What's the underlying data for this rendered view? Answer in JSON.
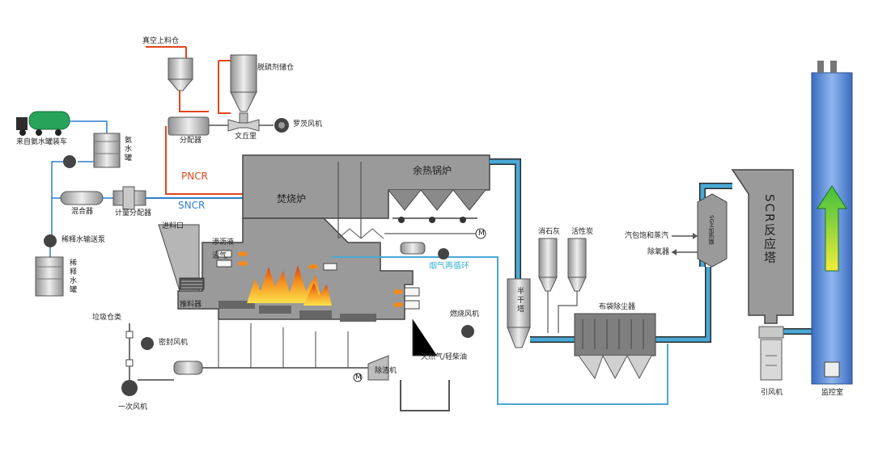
{
  "labels": {
    "vacuum_silo": "真空上料仓",
    "desulfurizer_silo": "脱硫剂储仓",
    "venturi": "文丘里",
    "roots_fan": "罗茨风机",
    "distributor": "分配器",
    "ammonia_truck": "来自氨水罐装车",
    "ammonia_tank": "氨水罐",
    "pncr": "PNCR",
    "sncr": "SNCR",
    "mixer": "混合器",
    "metering_distributor": "计量分配器",
    "dilution_pump": "稀释水输送泵",
    "dilution_tank": "稀释水罐",
    "incinerator": "焚烧炉",
    "waste_heat_boiler": "余热锅炉",
    "feed_inlet": "进料口",
    "leachate": "渗沥液",
    "biogas": "沼气",
    "pusher": "推料器",
    "flue_gas_recirculation": "烟气再循环",
    "slaked_lime": "消石灰",
    "activated_carbon": "活性炭",
    "semi_dry_tower": "半干塔",
    "bag_filter": "布袋除尘器",
    "steam_drum": "汽包饱和蒸汽",
    "deaerator": "除氧器",
    "sgh": "SGH加热器",
    "scr_tower": "SCR反应塔",
    "garbage_silo": "垃圾仓类",
    "seal_fan": "密封风机",
    "primary_fan": "一次风机",
    "combustion_fan": "燃烧风机",
    "natural_gas": "天然气/轻柴油",
    "slag_remover": "除渣机",
    "induced_fan": "引风机",
    "monitoring_room": "监控室",
    "motor": "M"
  },
  "colors": {
    "equipment_gray": "#9a9a9a",
    "equipment_light": "#d4d4d4",
    "flue_pipe": "#49a9d6",
    "pipe_dark": "#2a2a2a",
    "pncr_line": "#e0471f",
    "sncr_line": "#2f7fd0",
    "stack_blue": "#4a7fd0",
    "arrow_green": "#38b83a",
    "flame_orange": "#f28a1d",
    "flame_yellow": "#ffe24a",
    "flue_text": "#3cb2d8"
  }
}
